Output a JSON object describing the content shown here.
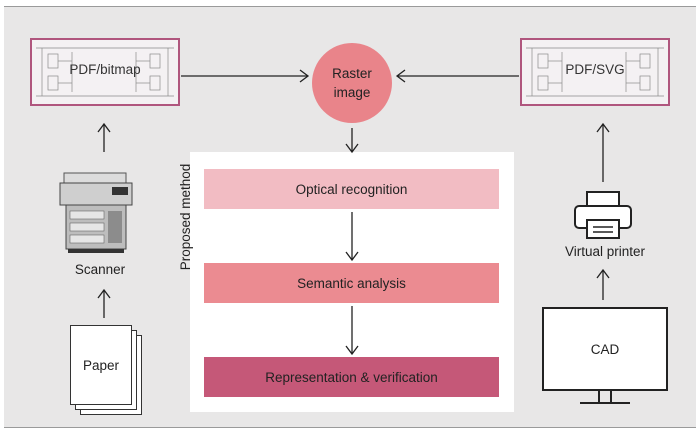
{
  "left_source": {
    "label": "PDF/bitmap"
  },
  "right_source": {
    "label": "PDF/SVG"
  },
  "center_node": {
    "line1": "Raster",
    "line2": "image"
  },
  "method": {
    "side_label": "Proposed method",
    "steps": [
      "Optical recognition",
      "Semantic analysis",
      "Representation & verification"
    ]
  },
  "left_chain": {
    "device_label": "Scanner",
    "input_label": "Paper"
  },
  "right_chain": {
    "device_label": "Virtual printer",
    "input_label": "CAD"
  },
  "colors": {
    "panel_bg": "#e8e7e7",
    "frame": "#b0567e",
    "raster_fill": "#e9848a",
    "step1": "#f2bcc3",
    "step2": "#eb8b91",
    "step3": "#c55878"
  },
  "icons": [
    "scanner-icon",
    "printer-icon",
    "paper-stack-icon",
    "monitor-icon",
    "schematic-thumbnail"
  ]
}
